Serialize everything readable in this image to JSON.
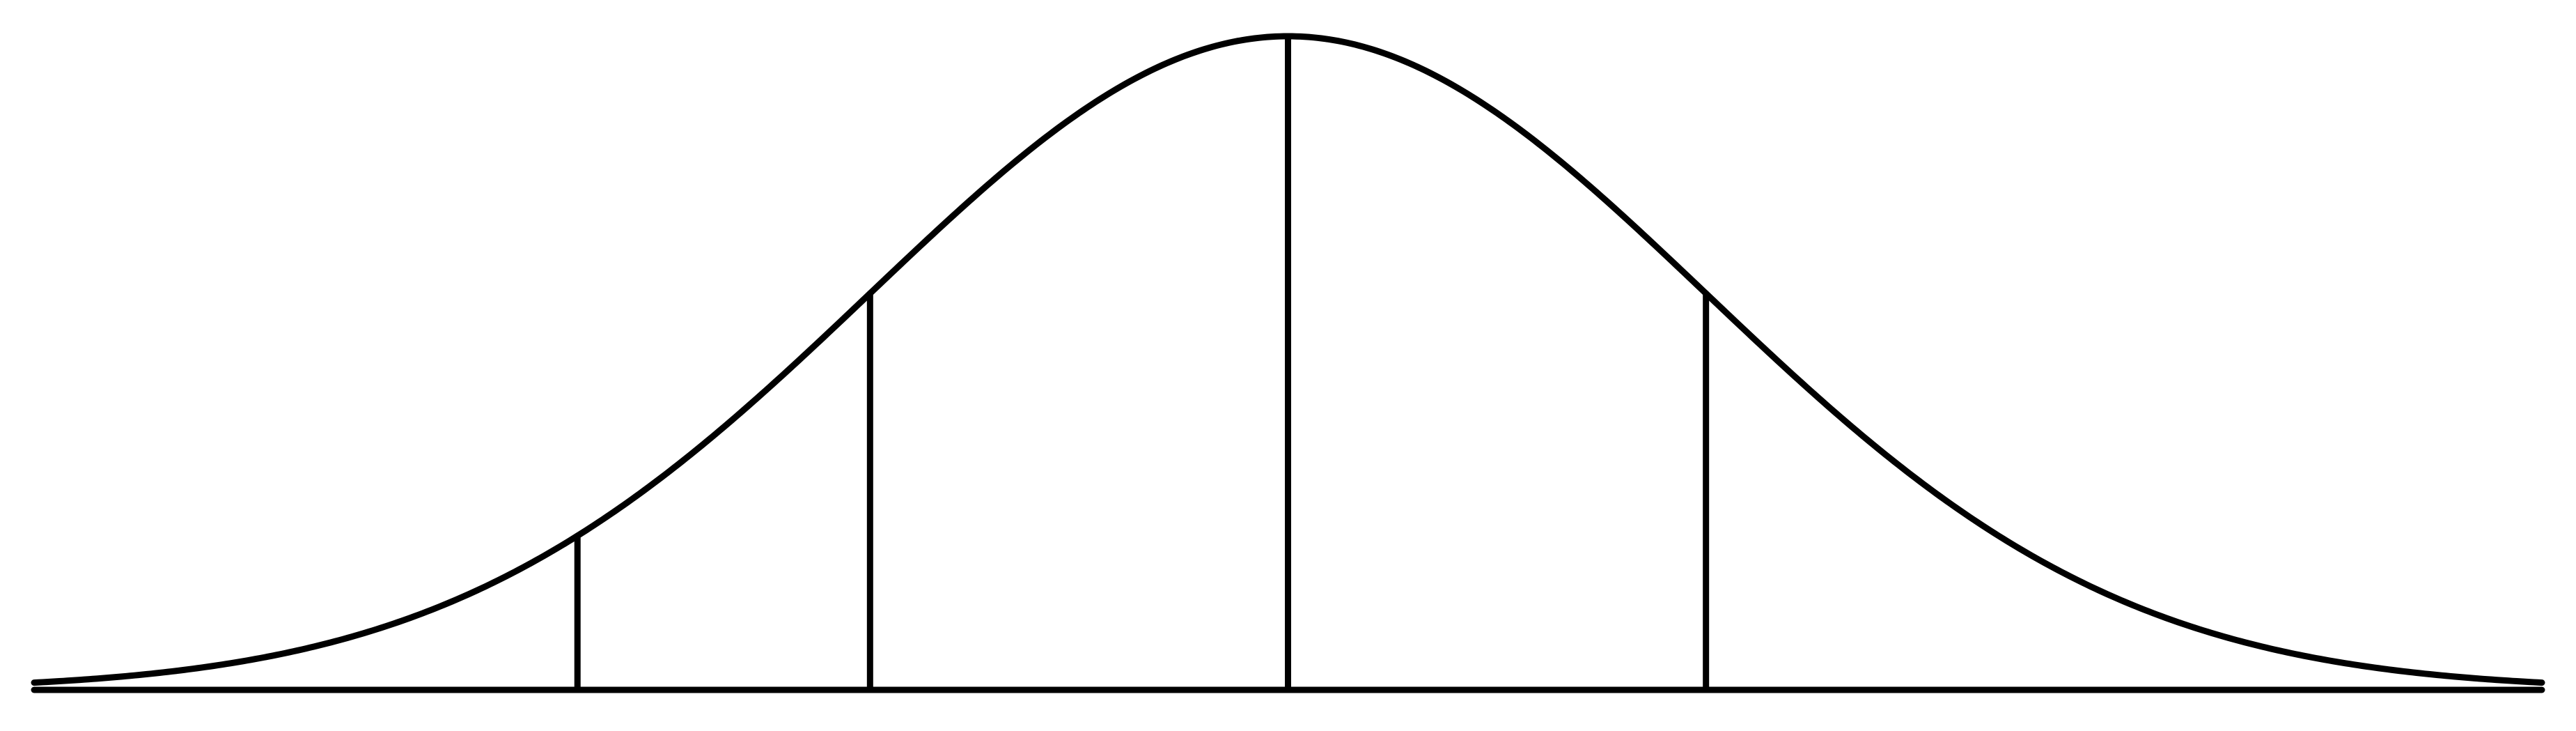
{
  "diagram": {
    "type": "bell-curve",
    "distribution": "normal",
    "mean": 0,
    "standard_deviation": 1,
    "x_range_sd": [
      -3,
      3
    ],
    "vertical_lines_at_sd": [
      -1.7,
      -1,
      0,
      1
    ],
    "colors": {
      "line": "#000000",
      "background": "#ffffff"
    }
  }
}
